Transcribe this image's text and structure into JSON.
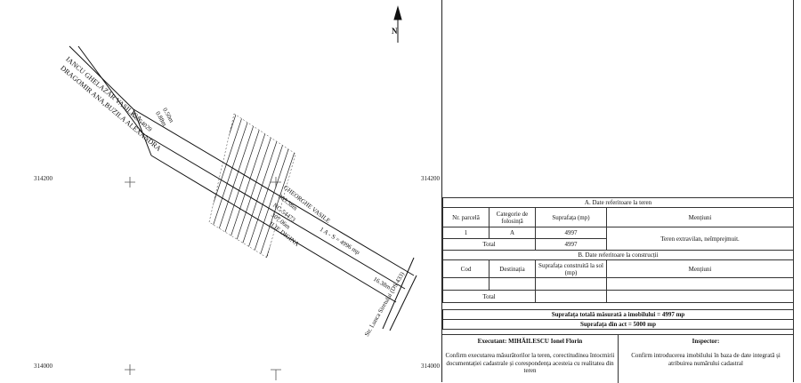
{
  "coords": {
    "y_top": "314200",
    "y_bottom": "314000"
  },
  "north": "N",
  "labels": {
    "owner1": "IANCU GHELAZAR VASILICA,",
    "owner2": "DRAGOMIR ANA,BUZILA ALEXANDRA",
    "nc_left": "NC 54029",
    "dim_a": "0.50m",
    "dim_b": "0.88m",
    "neighbor_name": "GHEORGHE VASILE",
    "neighbor_len": "305.38m",
    "neighbor_nc": "NC-54473",
    "ilie_len": "307.06m",
    "ilie_name": "ILIE DIGINA",
    "area": "1 A - S = 4996 mp",
    "dim_c": "16.38m",
    "street": "Str. Lunca Siretului (DS 433)"
  },
  "tableA": {
    "title": "A. Date referitoare la teren",
    "headers": [
      "Nr. parcelă",
      "Categorie de folosință",
      "Suprafața (mp)",
      "Mențiuni"
    ],
    "row": {
      "nr": "1",
      "cat": "A",
      "sup": "4997"
    },
    "total_label": "Total",
    "total_value": "4997",
    "mentiuni": "Teren extravilan, neîmprejmuit."
  },
  "tableB": {
    "title": "B. Date referitoare la construcții",
    "headers": [
      "Cod",
      "Destinația",
      "Suprafața construită la sol (mp)",
      "Mențiuni"
    ],
    "total_label": "Total"
  },
  "summary": {
    "line1": "Suprafața totală măsurată a imobilului = 4997 mp",
    "line2": "Suprafața din act = 5000 mp"
  },
  "executant": {
    "title": "Executant: MIHĂILESCU Ionel Florin",
    "text": "Confirm executarea măsurătorilor la teren, corectitudinea întocmirii documentației cadastrale și corespondența acesteia cu realitatea din teren"
  },
  "inspector": {
    "title": "Inspector:",
    "text": "Confirm introducerea imobilului în baza de date integrată și atribuirea numărului cadastral"
  }
}
